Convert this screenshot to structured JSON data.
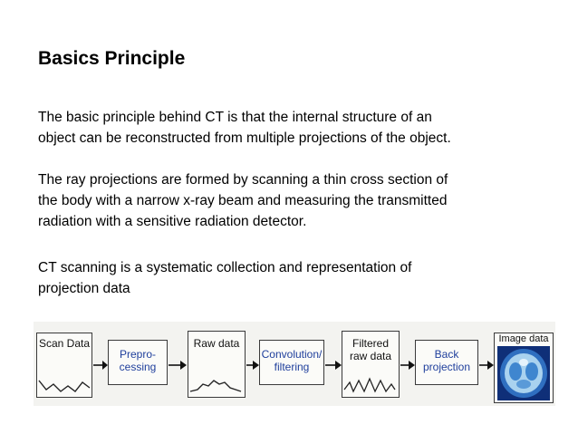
{
  "slide": {
    "title": "Basics Principle",
    "paragraphs": [
      {
        "lines": [
          "The basic principle behind CT is that the internal structure of an",
          "object can be reconstructed from multiple projections of the object."
        ]
      },
      {
        "lines": [
          "The ray projections are formed by scanning a thin cross section of",
          "the body with a narrow x-ray beam and measuring the transmitted",
          "radiation with a sensitive radiation detector."
        ]
      },
      {
        "lines": [
          "CT scanning is a systematic  collection and representation of",
          "projection data"
        ]
      }
    ]
  },
  "diagram": {
    "steps": [
      {
        "lines": [
          "Scan Data"
        ]
      },
      {
        "lines": [
          "Prepro-",
          "cessing"
        ]
      },
      {
        "lines": [
          "Raw data"
        ]
      },
      {
        "lines": [
          "Convolution/",
          "filtering"
        ]
      },
      {
        "lines": [
          "Filtered",
          "raw data"
        ]
      },
      {
        "lines": [
          "Back",
          "projection"
        ]
      },
      {
        "lines": [
          "Image data"
        ]
      }
    ],
    "colors": {
      "process_text": "#1f3f9c",
      "image_blue": "#2f6fc0",
      "image_light": "#a9d2ef"
    },
    "icons": [
      "arrow-right-icon",
      "waveform-icon",
      "ct-slice-image"
    ]
  }
}
